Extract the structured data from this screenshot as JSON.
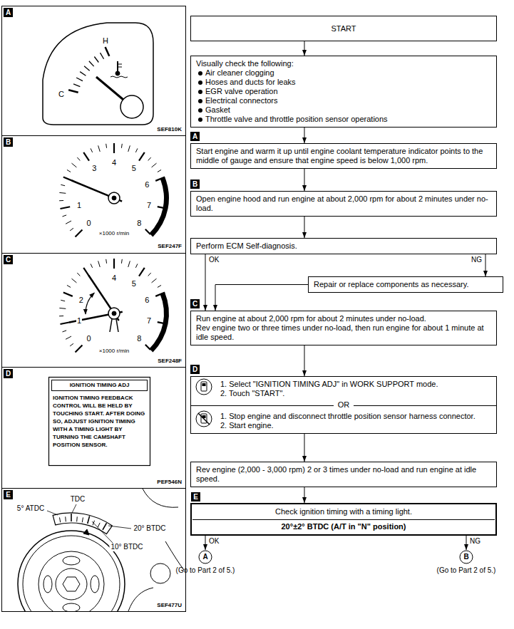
{
  "diagram": {
    "nodes": [
      {
        "text": [
          "START"
        ]
      },
      {
        "text": [
          "Visually check the following:",
          "Air cleaner clogging",
          "Hoses and ducts for leaks",
          "EGR valve operation",
          "Electrical connectors",
          "Gasket",
          "Throttle valve and throttle position sensor operations"
        ]
      },
      {
        "text": [
          "A",
          "Start engine and warm it up until engine coolant temperature indicator points to the middle of gauge and ensure that engine speed is below 1,000 rpm."
        ]
      },
      {
        "text": [
          "B",
          "Open engine hood and run engine at about 2,000 rpm for about 2 minutes under no-load."
        ]
      },
      {
        "text": [
          "Perform ECM Self-diagnosis."
        ]
      },
      {
        "text": [
          "Repair or replace components as necessary."
        ]
      },
      {
        "text": [
          "C",
          "Run engine at about 2,000 rpm for about 2 minutes under no-load.",
          "Rev engine two or three times under no-load, then run engine for about 1 minute at idle speed."
        ]
      },
      {
        "text": [
          "D",
          "1. Select \"IGNITION TIMING ADJ\" in WORK SUPPORT mode.",
          "2. Touch \"START\".",
          "OR",
          "1. Stop engine and disconnect throttle position sensor harness connector.",
          "2. Start engine."
        ]
      },
      {
        "text": [
          "Rev engine (2,000 - 3,000 rpm) 2 or 3 times under no-load and run engine at idle speed."
        ]
      },
      {
        "text": [
          "E",
          "Check ignition timing with a timing light.",
          "20°±2° BTDC (A/T in \"N\" position)"
        ]
      },
      {
        "text": [
          "A",
          "(Go to Part 2 of 5.)"
        ]
      },
      {
        "text": [
          "B",
          "(Go to Part 2 of 5.)"
        ]
      }
    ],
    "edges": [
      {
        "from": 0,
        "to": 1,
        "arrow": "to"
      },
      {
        "from": 1,
        "to": 2,
        "arrow": "to"
      },
      {
        "from": 2,
        "to": 3,
        "arrow": "to"
      },
      {
        "from": 3,
        "to": 4,
        "arrow": "to"
      },
      {
        "from": 4,
        "to": 6,
        "label": "OK",
        "arrow": "to"
      },
      {
        "from": 4,
        "to": 5,
        "label": "NG",
        "arrow": "to"
      },
      {
        "from": 5,
        "to": 6,
        "arrow": "to"
      },
      {
        "from": 6,
        "to": 7,
        "arrow": "to"
      },
      {
        "from": 7,
        "to": 8,
        "arrow": "to"
      },
      {
        "from": 8,
        "to": 9,
        "arrow": "to"
      },
      {
        "from": 9,
        "to": 10,
        "label": "OK",
        "arrow": "to"
      },
      {
        "from": 9,
        "to": 11,
        "label": "NG",
        "arrow": "to"
      }
    ],
    "labels": [
      "A",
      "H",
      "C",
      "SEF810K",
      "B",
      "0",
      "1",
      "3",
      "4",
      "5",
      "6",
      "7",
      "8",
      "×1000 r/min",
      "SEF247F",
      "C",
      "0",
      "1",
      "2",
      "4",
      "5",
      "6",
      "7",
      "8",
      "×1000 r/min",
      "SEF248F",
      "D",
      "IGNITION TIMING ADJ",
      "IGNITION TIMING FEEDBACK CONTROL WILL BE HELD BY TOUCHING START. AFTER DOING SO, ADJUST IGNITION TIMING WITH A TIMING LIGHT BY TURNING THE CAMSHAFT POSITION SENSOR.",
      "PEF546N",
      "E",
      "TDC",
      "5° ATDC",
      "20° BTDC",
      "10° BTDC",
      "SEF477U"
    ]
  }
}
